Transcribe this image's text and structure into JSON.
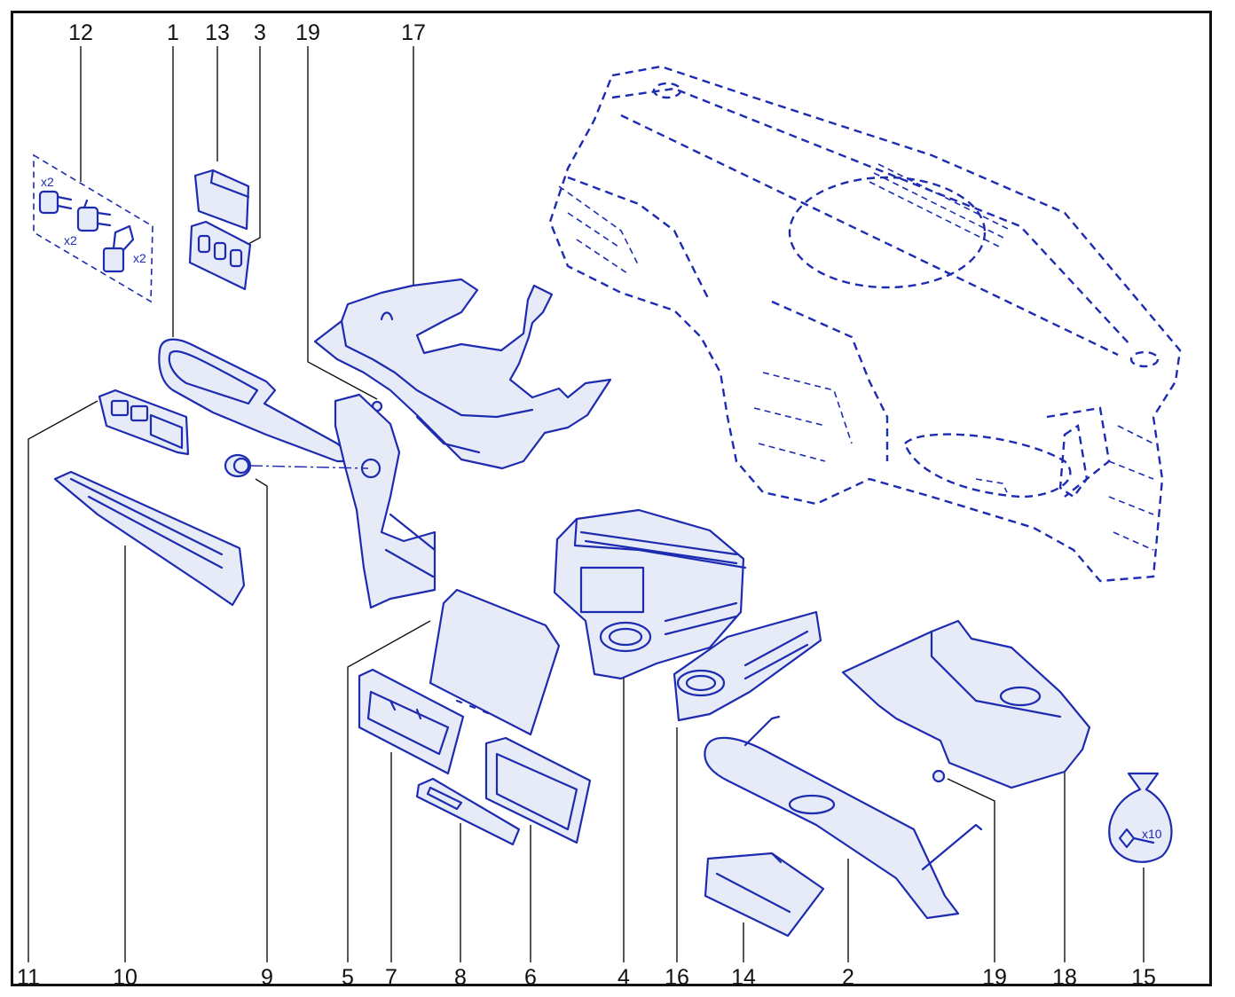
{
  "callouts": {
    "top": [
      "12",
      "1",
      "13",
      "3",
      "19",
      "17"
    ],
    "bottom": [
      "11",
      "10",
      "9",
      "5",
      "7",
      "8",
      "6",
      "4",
      "16",
      "14",
      "2",
      "19",
      "18",
      "15"
    ]
  },
  "quantities": {
    "clip_a": "x2",
    "clip_b": "x2",
    "clip_c": "x2",
    "screw_bag": "x10"
  },
  "colors": {
    "line_art": "#1d2bb0",
    "labels": "#111111",
    "frame": "#111111",
    "background": "#ffffff"
  }
}
